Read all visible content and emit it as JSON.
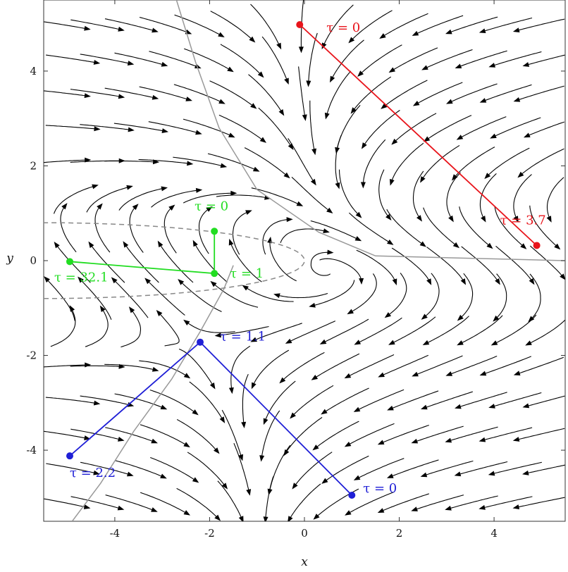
{
  "chart_data": {
    "type": "streamplot",
    "xlabel": "x",
    "ylabel": "y",
    "xlim": [
      -5.5,
      5.5
    ],
    "ylim": [
      -5.5,
      5.5
    ],
    "xticks": [
      -4,
      -2,
      0,
      2,
      4
    ],
    "yticks": [
      -4,
      -2,
      0,
      2,
      4
    ],
    "xtick_labels": [
      "-4",
      "-2",
      "0",
      "2",
      "4"
    ],
    "ytick_labels": [
      "-4",
      "-2",
      "0",
      "2",
      "4"
    ],
    "grid": false,
    "legend": "none",
    "colors": {
      "red": "#e8141b",
      "green": "#22dd22",
      "blue": "#1f1fd6",
      "stream": "#000000",
      "nullcline": "#999999",
      "region": "#888888"
    },
    "trajectories": [
      {
        "color": "red",
        "points": [
          {
            "x": -0.1,
            "y": 4.98
          },
          {
            "x": 4.9,
            "y": 0.32
          }
        ],
        "markers": [
          {
            "x": -0.1,
            "y": 4.98,
            "label": "τ = 0"
          },
          {
            "x": 4.9,
            "y": 0.32,
            "label": "τ = 3.7"
          }
        ]
      },
      {
        "color": "green",
        "points": [
          {
            "x": -1.9,
            "y": 0.62
          },
          {
            "x": -1.9,
            "y": -0.27
          },
          {
            "x": -4.95,
            "y": -0.02
          }
        ],
        "markers": [
          {
            "x": -1.9,
            "y": 0.62,
            "label": "τ = 0"
          },
          {
            "x": -1.9,
            "y": -0.27,
            "label": "τ = 1"
          },
          {
            "x": -4.95,
            "y": -0.02,
            "label": "τ = 32.1"
          }
        ]
      },
      {
        "color": "blue",
        "points": [
          {
            "x": 1.0,
            "y": -4.95
          },
          {
            "x": -2.2,
            "y": -1.72
          },
          {
            "x": -4.95,
            "y": -4.12
          }
        ],
        "markers": [
          {
            "x": 1.0,
            "y": -4.95,
            "label": "τ = 0"
          },
          {
            "x": -2.2,
            "y": -1.72,
            "label": "τ = 1.1"
          },
          {
            "x": -4.95,
            "y": -4.12,
            "label": "τ = 2.2"
          }
        ]
      }
    ]
  }
}
